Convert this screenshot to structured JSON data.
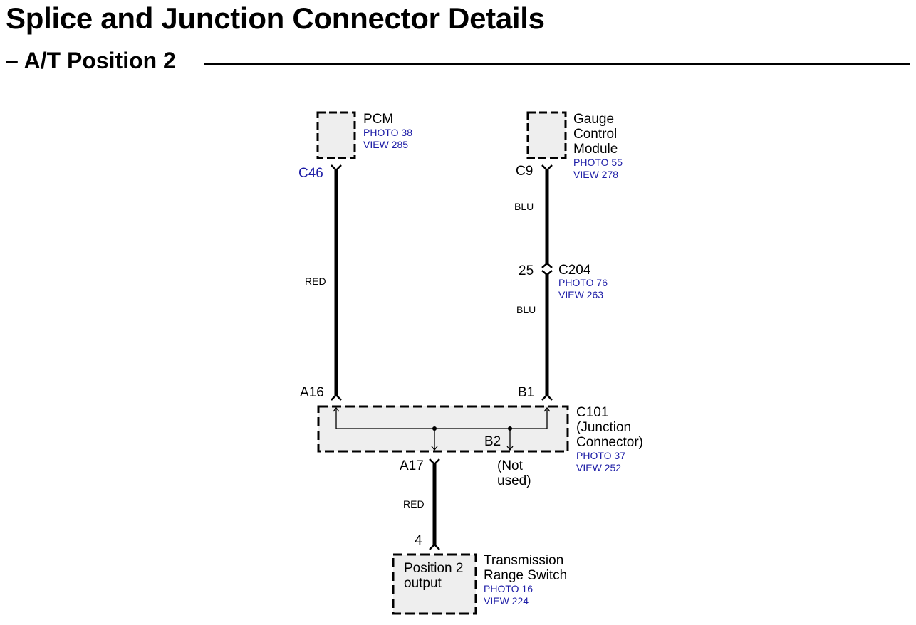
{
  "header": {
    "title": "Splice and Junction Connector Details",
    "subtitle": "– A/T Position 2"
  },
  "colors": {
    "reference_text": "#1c1ca6",
    "component_fill": "#eeeeee",
    "wire": "#000000"
  },
  "components": {
    "pcm": {
      "name": "PCM",
      "photo": "PHOTO 38",
      "view": "VIEW 285",
      "connector": "C46"
    },
    "gauge": {
      "name_lines": [
        "Gauge",
        "Control",
        "Module"
      ],
      "photo": "PHOTO 55",
      "view": "VIEW 278",
      "connector": "C9"
    },
    "c204": {
      "name": "C204",
      "pin": "25",
      "photo": "PHOTO 76",
      "view": "VIEW 263"
    },
    "c101": {
      "name_lines": [
        "C101",
        "(Junction",
        "Connector)"
      ],
      "photo": "PHOTO 37",
      "view": "VIEW 252",
      "pins": {
        "a16": "A16",
        "b1": "B1",
        "a17": "A17",
        "b2": "B2"
      },
      "not_used_lines": [
        "(Not",
        "used)"
      ]
    },
    "trs": {
      "name_lines": [
        "Transmission",
        "Range Switch"
      ],
      "photo": "PHOTO 16",
      "view": "VIEW 224",
      "pin": "4",
      "inner_lines": [
        "Position 2",
        "output"
      ]
    }
  },
  "wires": {
    "pcm_to_c101": "RED",
    "gauge_to_c204": "BLU",
    "c204_to_c101": "BLU",
    "c101_to_trs": "RED"
  }
}
